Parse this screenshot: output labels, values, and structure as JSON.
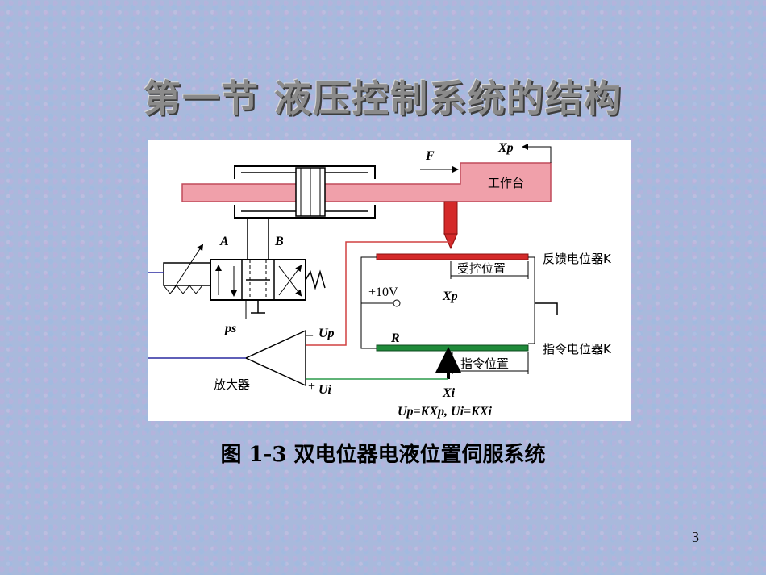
{
  "slide": {
    "title": "第一节  液压控制系统的结构",
    "caption": "图 1-3   双电位器电液位置伺服系统",
    "page_number": "3"
  },
  "diagram": {
    "worktable_label": "工作台",
    "force_label": "F",
    "xp_top_label": "Xp",
    "port_a_label": "A",
    "port_b_label": "B",
    "ps_label": "ps",
    "feedback_pot_label": "反馈电位器K",
    "controlled_position_label": "受控位置",
    "voltage_label": "+10V",
    "xp_label": "Xp",
    "r_label": "R",
    "command_pot_label": "指令电位器K",
    "command_position_label": "指令位置",
    "xi_label": "Xi",
    "up_label": "Up",
    "ui_label": "Ui",
    "minus_sign": "–",
    "plus_sign": "+",
    "amplifier_label": "放大器",
    "equation_label": "Up=KXp, Ui=KXi"
  },
  "colors": {
    "worktable_fill": "#f0a0aa",
    "worktable_stroke": "#c04a5a",
    "feedback_bar": "#d42a2a",
    "command_bar": "#1f8a3a",
    "feedback_wire": "#d04040",
    "command_wire": "#2a9a4a",
    "amp_output_wire": "#2a2aa0",
    "title_gray": "#8a8a8a"
  }
}
